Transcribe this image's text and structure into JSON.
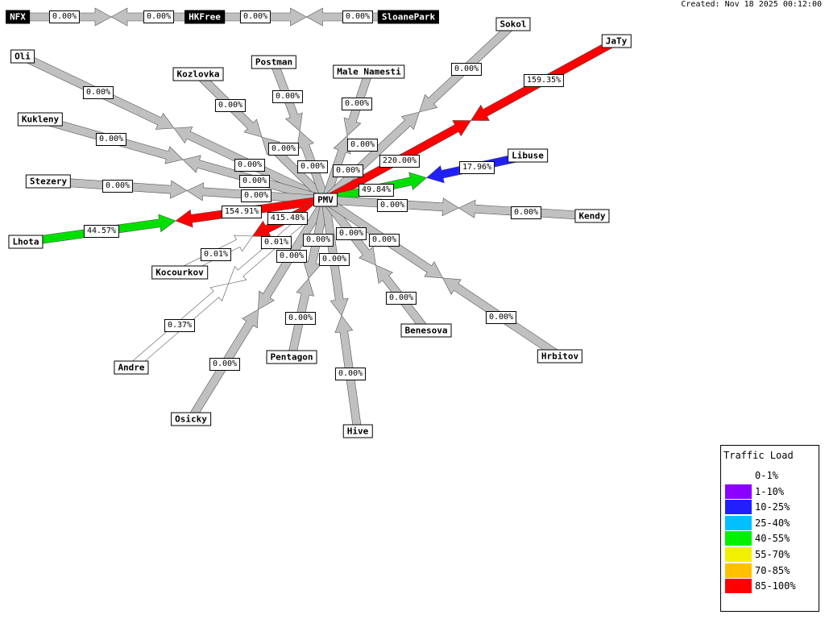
{
  "created": "Created: Nov 18 2025 00:12:00",
  "nodes": {
    "PMV": "PMV",
    "NFX": "NFX",
    "HKFree": "HKFree",
    "SloanePark": "SloanePark",
    "Sokol": "Sokol",
    "JaTy": "JaTy",
    "Oli": "Oli",
    "Kozlovka": "Kozlovka",
    "Postman": "Postman",
    "MaleNamesti": "Male Namesti",
    "Kukleny": "Kukleny",
    "Libuse": "Libuse",
    "Stezery": "Stezery",
    "Kendy": "Kendy",
    "Lhota": "Lhota",
    "Kocourkov": "Kocourkov",
    "Andre": "Andre",
    "Benesova": "Benesova",
    "Hrbitov": "Hrbitov",
    "Pentagon": "Pentagon",
    "Osicky": "Osicky",
    "Hive": "Hive"
  },
  "links": [
    {
      "a": "NFX",
      "b": "HKFree",
      "a_half": {
        "value": "0.00%",
        "color": "#c0c0c0"
      },
      "b_half": {
        "value": "0.00%",
        "color": "#c0c0c0"
      }
    },
    {
      "a": "HKFree",
      "b": "SloanePark",
      "a_half": {
        "value": "0.00%",
        "color": "#c0c0c0"
      },
      "b_half": {
        "value": "0.00%",
        "color": "#c0c0c0"
      }
    },
    {
      "a": "PMV",
      "b": "Oli",
      "a_half": {
        "value": "0.00%",
        "color": "#c0c0c0"
      },
      "b_half": {
        "value": "0.00%",
        "color": "#c0c0c0"
      }
    },
    {
      "a": "PMV",
      "b": "Kozlovka",
      "a_half": {
        "value": "0.00%",
        "color": "#c0c0c0"
      },
      "b_half": {
        "value": "0.00%",
        "color": "#c0c0c0"
      }
    },
    {
      "a": "PMV",
      "b": "Postman",
      "a_half": {
        "value": "0.00%",
        "color": "#c0c0c0"
      },
      "b_half": {
        "value": "0.00%",
        "color": "#c0c0c0"
      }
    },
    {
      "a": "PMV",
      "b": "MaleNamesti",
      "a_half": {
        "value": "0.00%",
        "color": "#c0c0c0"
      },
      "b_half": {
        "value": "0.00%",
        "color": "#c0c0c0"
      }
    },
    {
      "a": "PMV",
      "b": "Sokol",
      "a_half": {
        "value": "0.00%",
        "color": "#c0c0c0"
      },
      "b_half": {
        "value": "0.00%",
        "color": "#c0c0c0"
      }
    },
    {
      "a": "PMV",
      "b": "JaTy",
      "a_half": {
        "value": "220.00%",
        "color": "#ff0000"
      },
      "b_half": {
        "value": "159.35%",
        "color": "#ff0000"
      }
    },
    {
      "a": "PMV",
      "b": "Libuse",
      "a_half": {
        "value": "49.84%",
        "color": "#00e000"
      },
      "b_half": {
        "value": "17.96%",
        "color": "#2020ff"
      }
    },
    {
      "a": "PMV",
      "b": "Kendy",
      "a_half": {
        "value": "0.00%",
        "color": "#c0c0c0"
      },
      "b_half": {
        "value": "0.00%",
        "color": "#c0c0c0"
      }
    },
    {
      "a": "PMV",
      "b": "Kukleny",
      "a_half": {
        "value": "0.00%",
        "color": "#c0c0c0"
      },
      "b_half": {
        "value": "0.00%",
        "color": "#c0c0c0"
      }
    },
    {
      "a": "PMV",
      "b": "Stezery",
      "a_half": {
        "value": "0.00%",
        "color": "#c0c0c0"
      },
      "b_half": {
        "value": "0.00%",
        "color": "#c0c0c0"
      }
    },
    {
      "a": "PMV",
      "b": "Lhota",
      "a_half": {
        "value": "154.91%",
        "color": "#ff0000"
      },
      "b_half": {
        "value": "44.57%",
        "color": "#00e000"
      }
    },
    {
      "a": "PMV",
      "b": "Kocourkov",
      "a_half": {
        "value": "415.48%",
        "color": "#ff0000"
      },
      "b_half": {
        "value": "0.01%",
        "color": "#ffffff"
      }
    },
    {
      "a": "PMV",
      "b": "Andre",
      "a_half": {
        "value": "0.01%",
        "color": "#ffffff"
      },
      "b_half": {
        "value": "0.37%",
        "color": "#ffffff"
      }
    },
    {
      "a": "PMV",
      "b": "Osicky",
      "a_half": {
        "value": "0.00%",
        "color": "#c0c0c0"
      },
      "b_half": {
        "value": "0.00%",
        "color": "#c0c0c0"
      }
    },
    {
      "a": "PMV",
      "b": "Pentagon",
      "a_half": {
        "value": "0.00%",
        "color": "#c0c0c0"
      },
      "b_half": {
        "value": "0.00%",
        "color": "#c0c0c0"
      }
    },
    {
      "a": "PMV",
      "b": "Hive",
      "a_half": {
        "value": "0.00%",
        "color": "#c0c0c0"
      },
      "b_half": {
        "value": "0.00%",
        "color": "#c0c0c0"
      }
    },
    {
      "a": "PMV",
      "b": "Benesova",
      "a_half": {
        "value": "0.00%",
        "color": "#c0c0c0"
      },
      "b_half": {
        "value": "0.00%",
        "color": "#c0c0c0"
      }
    },
    {
      "a": "PMV",
      "b": "Hrbitov",
      "a_half": {
        "value": "0.00%",
        "color": "#c0c0c0"
      },
      "b_half": {
        "value": "0.00%",
        "color": "#c0c0c0"
      }
    }
  ],
  "legend": {
    "title": "Traffic Load",
    "items": [
      {
        "label": "0-1%",
        "color": "#ffffff"
      },
      {
        "label": "1-10%",
        "color": "#8c00ff"
      },
      {
        "label": "10-25%",
        "color": "#2020ff"
      },
      {
        "label": "25-40%",
        "color": "#00c0ff"
      },
      {
        "label": "40-55%",
        "color": "#00f000"
      },
      {
        "label": "55-70%",
        "color": "#f0f000"
      },
      {
        "label": "70-85%",
        "color": "#ffc000"
      },
      {
        "label": "85-100%",
        "color": "#ff0000"
      }
    ]
  }
}
